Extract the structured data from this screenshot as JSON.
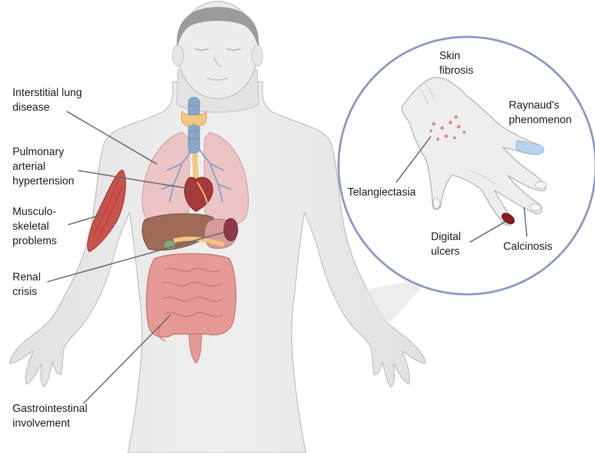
{
  "labels": {
    "ild": [
      "Interstitial lung",
      "disease"
    ],
    "pah": [
      "Pulmonary",
      "arterial",
      "hypertension"
    ],
    "msk": [
      "Musculo-",
      "skeletal",
      "problems"
    ],
    "renal": [
      "Renal",
      "crisis"
    ],
    "gi": [
      "Gastrointestinal",
      "involvement"
    ],
    "skin_fibrosis": [
      "Skin",
      "fibrosis"
    ],
    "raynaud": [
      "Raynaud's",
      "phenomenon"
    ],
    "telangiectasia": [
      "Telangiectasia"
    ],
    "digital_ulcers": [
      "Digital",
      "ulcers"
    ],
    "calcinosis": [
      "Calcinosis"
    ]
  },
  "colors": {
    "body": "#e9e9e9",
    "body_outline": "#c4c4c4",
    "hair": "#9b9b9b",
    "lung": "#ecc4c6",
    "heart": "#a7393a",
    "liver": "#9d6b56",
    "intestine": "#e59a96",
    "trachea": "#8aa6c9",
    "thyroid": "#f1c781",
    "muscle": "#c9524c",
    "zoom_circle": "#8898c3",
    "leader_line": "#666666",
    "telangiectasia_dot": "#e08585",
    "raynaud_tip": "#b8d3f0"
  }
}
